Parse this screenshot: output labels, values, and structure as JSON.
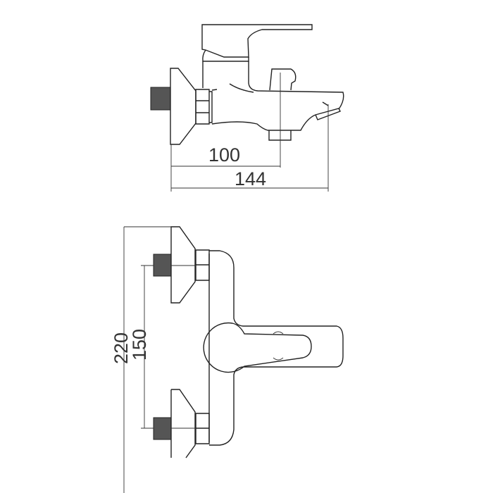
{
  "side_view": {
    "dimensions": {
      "spout_axis": "100",
      "overall_projection": "144"
    }
  },
  "top_view": {
    "dimensions": {
      "overall_height": "220",
      "inlet_centers": "150"
    }
  },
  "colors": {
    "line": "#222222",
    "thread": "#555555"
  }
}
